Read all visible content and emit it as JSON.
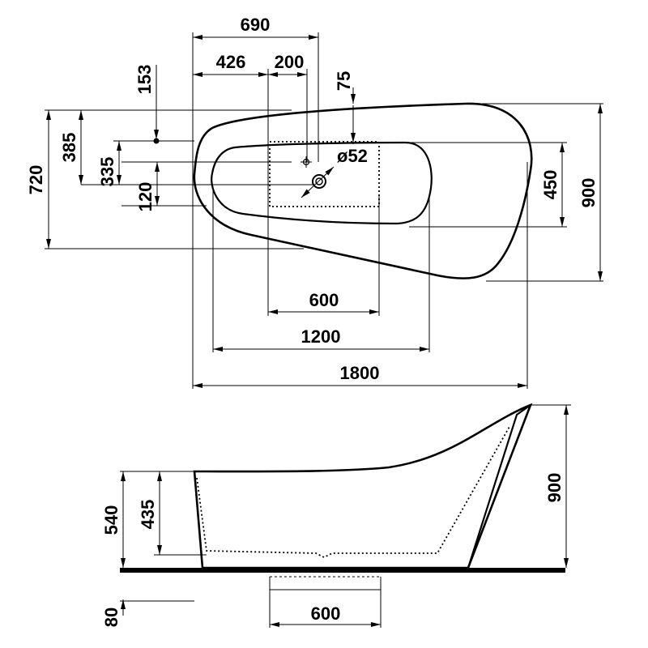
{
  "plan_view": {
    "dims": {
      "overall_top": "690",
      "left_offset": "426",
      "tap_offset": "200",
      "rim_offset": "75",
      "depth_153": "153",
      "left_385": "385",
      "left_335": "335",
      "left_120": "120",
      "left_720": "720",
      "drain_diameter": "ø52",
      "basin_width": "450",
      "total_width": "900",
      "dotted_width": "600",
      "basin_length": "1200",
      "total_length": "1800"
    }
  },
  "side_view": {
    "dims": {
      "rim_height": "540",
      "water_depth": "435",
      "back_height": "900",
      "foot_height": "80",
      "base_width": "600"
    }
  }
}
